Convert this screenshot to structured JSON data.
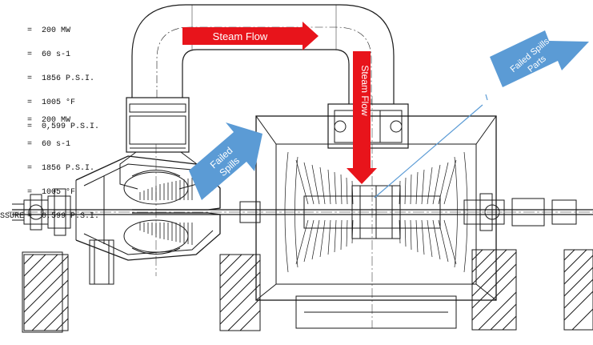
{
  "specs_top": {
    "rows": [
      {
        "label": "",
        "eq": "=",
        "value": "200 MW"
      },
      {
        "label": "",
        "eq": "=",
        "value": "60 s-1"
      },
      {
        "label": "",
        "eq": "=",
        "value": "1856 P.S.I."
      },
      {
        "label": "",
        "eq": "=",
        "value": "1005 °F"
      },
      {
        "label": "",
        "eq": "=",
        "value": "0,599 P.S.I."
      }
    ]
  },
  "specs_bottom": {
    "rows": [
      {
        "label": "",
        "eq": "=",
        "value": "200 MW"
      },
      {
        "label": "",
        "eq": "=",
        "value": "60 s-1"
      },
      {
        "label": "",
        "eq": "=",
        "value": "1856 P.S.I."
      },
      {
        "label": "",
        "eq": "=",
        "value": "1005 °F"
      },
      {
        "label": "SSURE",
        "eq": "=",
        "value": "0,599 P.S.I."
      }
    ]
  },
  "annotations": {
    "steam_flow_horizontal": "Steam Flow",
    "steam_flow_vertical": "Steam Flow",
    "failed_spills_line1": "Failed",
    "failed_spills_line2": "Spills",
    "failed_spills_parts_line1": "Failed Spills",
    "failed_spills_parts_line2": "Parts"
  },
  "colors": {
    "steam_arrow": "#e8141b",
    "callout_arrow": "#5b9bd5",
    "drawing_line": "#1a1a1a"
  }
}
